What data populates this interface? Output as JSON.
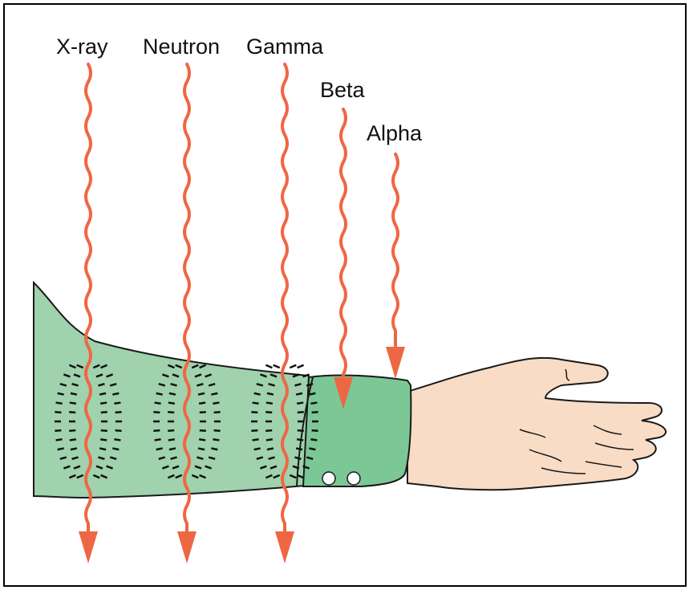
{
  "colors": {
    "ray": "#ee6744",
    "sleeve": "#9fd2ad",
    "cuff": "#7cc796",
    "skin": "#f9dcc5",
    "outline": "#1a1a1a",
    "marks": "#111111"
  },
  "rays": [
    {
      "label": "X-ray"
    },
    {
      "label": "Neutron"
    },
    {
      "label": "Gamma"
    },
    {
      "label": "Beta"
    },
    {
      "label": "Alpha"
    }
  ]
}
